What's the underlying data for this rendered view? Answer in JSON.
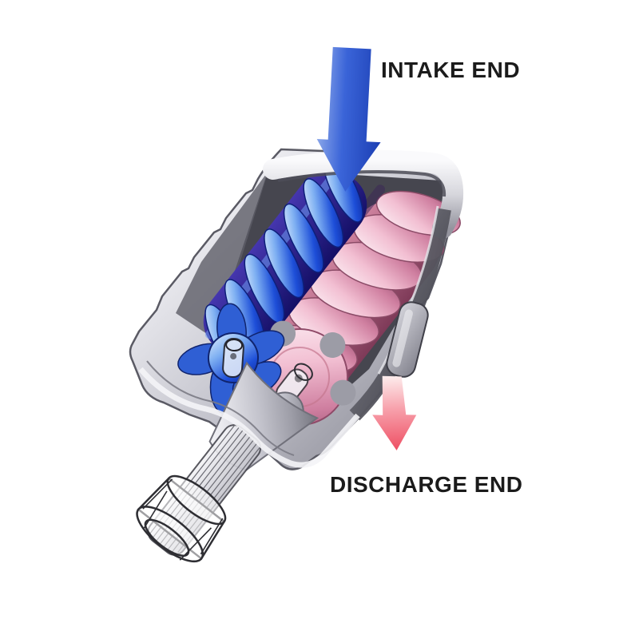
{
  "figure": {
    "type": "cutaway-technical-illustration",
    "subject": "twin-screw compressor rotor assembly cutaway",
    "background_color": "#ffffff",
    "labels": {
      "intake": "INTAKE END",
      "discharge": "DISCHARGE END"
    },
    "label_color": "#1b1b1b",
    "arrows": [
      {
        "name": "intake-flow-arrow",
        "direction": "down",
        "color_light": "#8aa6e9",
        "color_dark": "#1c3fb4"
      },
      {
        "name": "discharge-flow-arrow",
        "direction": "down",
        "color_light": "#fdeeee",
        "color_dark": "#ee4f63"
      }
    ],
    "parts": [
      {
        "name": "housing",
        "color": "#c2c2cb"
      },
      {
        "name": "male-rotor",
        "color": "#2e62dc"
      },
      {
        "name": "female-rotor",
        "color": "#e8a9c0"
      },
      {
        "name": "drive-shaft-spline",
        "color": "#d9d9de"
      },
      {
        "name": "shaft-coupling",
        "color": "#ffffff"
      }
    ]
  }
}
